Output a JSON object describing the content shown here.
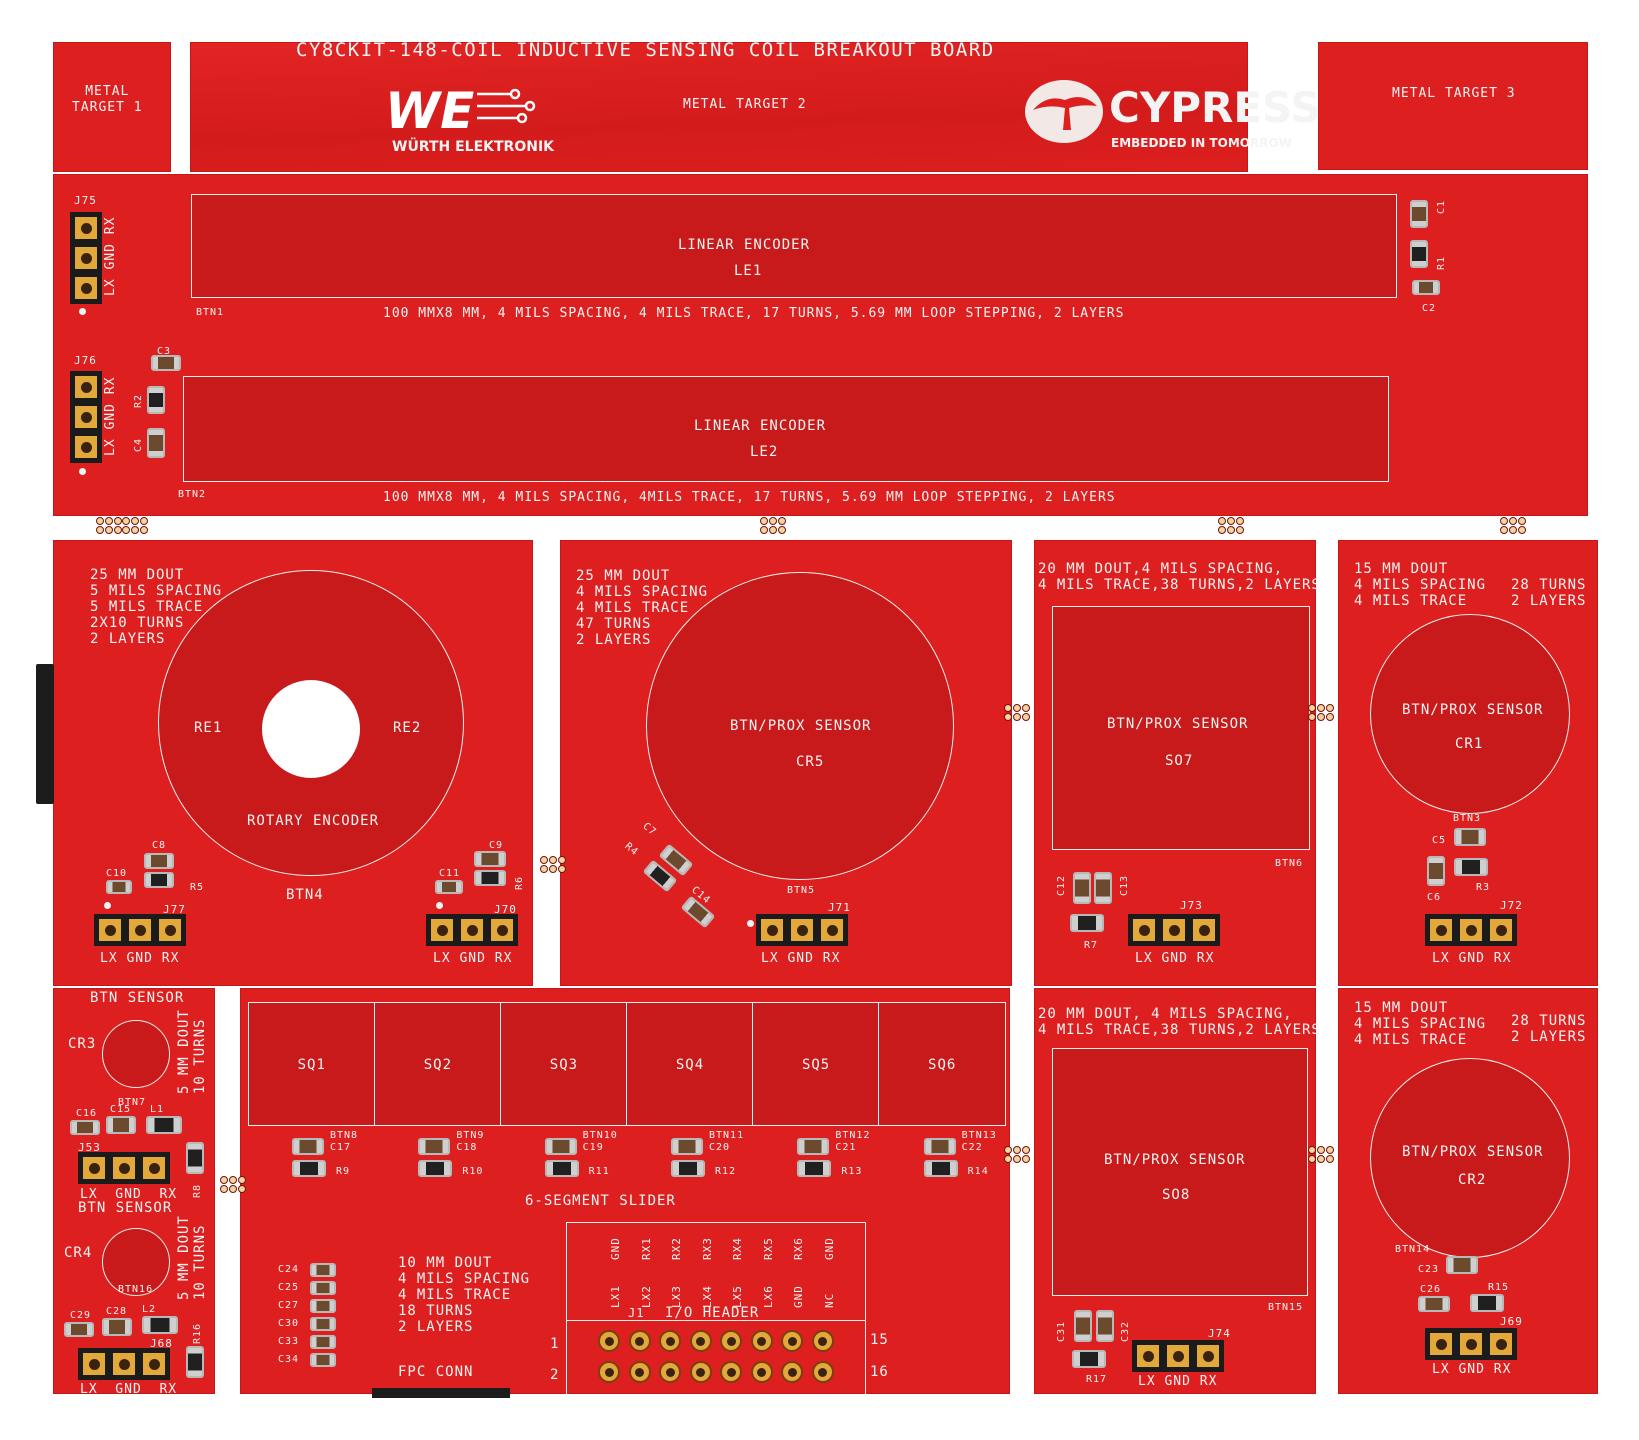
{
  "colors": {
    "board": "#dd1f1f",
    "silk": "#f4f4f4",
    "coil": "#c81a1a",
    "gold": "#e2a83a"
  },
  "top": {
    "title": "CY8CKIT-148-COIL INDUCTIVE SENSING COIL BREAKOUT BOARD",
    "target1": "METAL\nTARGET 1",
    "target2": "METAL TARGET 2",
    "target3": "METAL TARGET 3",
    "we_logo": "WE",
    "we_name": "WÜRTH ELEKTRONIK",
    "cypress_name": "CYPRESS",
    "cypress_tag": "EMBEDDED IN TOMORROW"
  },
  "le1": {
    "connector": "J75",
    "pinlabel": "LX GND RX",
    "title": "LINEAR ENCODER",
    "ref": "LE1",
    "btn": "BTN1",
    "spec": "100 MMX8 MM, 4 MILS SPACING, 4 MILS TRACE, 17 TURNS, 5.69 MM LOOP STEPPING, 2 LAYERS",
    "c1": "C1",
    "r1": "R1",
    "c2": "C2"
  },
  "le2": {
    "connector": "J76",
    "pinlabel": "LX GND RX",
    "title": "LINEAR ENCODER",
    "ref": "LE2",
    "btn": "BTN2",
    "spec": "100 MMX8 MM, 4 MILS SPACING, 4MILS TRACE, 17 TURNS, 5.69 MM LOOP STEPPING, 2 LAYERS",
    "c3": "C3",
    "r2": "R2",
    "c4": "C4"
  },
  "rotary": {
    "spec": "25 MM DOUT\n5 MILS SPACING\n5 MILS TRACE\n2X10 TURNS\n2 LAYERS",
    "re1": "RE1",
    "re2": "RE2",
    "title": "ROTARY ENCODER",
    "btn": "BTN4",
    "c8": "C8",
    "c10": "C10",
    "r5": "R5",
    "j77": "J77",
    "c9": "C9",
    "c11": "C11",
    "r6": "R6",
    "j70": "J70",
    "pins": "LX GND RX"
  },
  "cr5": {
    "spec": "25 MM DOUT\n4 MILS SPACING\n4 MILS TRACE\n47 TURNS\n2 LAYERS",
    "title": "BTN/PROX SENSOR",
    "ref": "CR5",
    "btn": "BTN5",
    "j": "J71",
    "c7": "C7",
    "r4": "R4",
    "c14": "C14",
    "pins": "LX GND RX"
  },
  "so7": {
    "spec": "20 MM DOUT,4 MILS SPACING,\n4 MILS TRACE,38 TURNS,2 LAYERS",
    "title": "BTN/PROX SENSOR",
    "ref": "SO7",
    "btn": "BTN6",
    "j": "J73",
    "c12": "C12",
    "c13": "C13",
    "r7": "R7",
    "pins": "LX GND RX"
  },
  "cr1": {
    "spec": "15 MM DOUT\n4 MILS SPACING\n4 MILS TRACE",
    "spec2": "28 TURNS\n2 LAYERS",
    "title": "BTN/PROX SENSOR",
    "ref": "CR1",
    "btn": "BTN3",
    "j": "J72",
    "c5": "C5",
    "c6": "C6",
    "r3": "R3",
    "pins": "LX GND RX"
  },
  "cr3": {
    "title": "BTN SENSOR",
    "ref": "CR3",
    "btn": "BTN7",
    "spec": "5 MM DOUT\n10 TURNS",
    "c16": "C16",
    "c15": "C15",
    "l1": "L1",
    "j": "J53",
    "r8": "R8",
    "pins": "LX  GND  RX"
  },
  "cr4": {
    "title": "BTN SENSOR",
    "ref": "CR4",
    "btn": "BTN16",
    "spec": "5 MM DOUT\n10 TURNS",
    "c29": "C29",
    "c28": "C28",
    "l2": "L2",
    "j": "J68",
    "r16": "R16",
    "pins": "LX  GND  RX"
  },
  "slider": {
    "segments": [
      "SQ1",
      "SQ2",
      "SQ3",
      "SQ4",
      "SQ5",
      "SQ6"
    ],
    "btns": [
      "BTN8",
      "BTN9",
      "BTN10",
      "BTN11",
      "BTN12",
      "BTN13"
    ],
    "caps": [
      "C17",
      "C18",
      "C19",
      "C20",
      "C21",
      "C22"
    ],
    "res": [
      "R9",
      "R10",
      "R11",
      "R12",
      "R13",
      "R14"
    ],
    "title": "6-SEGMENT SLIDER",
    "spec": "10 MM DOUT\n4 MILS SPACING\n4 MILS TRACE\n18 TURNS\n2 LAYERS",
    "fpc": "FPC CONN",
    "clabels": [
      "C24",
      "C25",
      "C27",
      "C30",
      "C33",
      "C34"
    ]
  },
  "io": {
    "top": [
      "GND",
      "RX1",
      "RX2",
      "RX3",
      "RX4",
      "RX5",
      "RX6",
      "GND"
    ],
    "bottom": [
      "LX1",
      "LX2",
      "LX3",
      "LX4",
      "LX5",
      "LX6",
      "GND",
      "NC"
    ],
    "j": "J1",
    "title": "I/O HEADER",
    "p1": "1",
    "p2": "2",
    "p15": "15",
    "p16": "16"
  },
  "so8": {
    "spec": "20 MM DOUT, 4 MILS SPACING,\n4 MILS TRACE,38 TURNS,2 LAYERS",
    "title": "BTN/PROX SENSOR",
    "ref": "SO8",
    "btn": "BTN15",
    "j": "J74",
    "c31": "C31",
    "c32": "C32",
    "r17": "R17",
    "pins": "LX GND RX"
  },
  "cr2": {
    "spec": "15 MM DOUT\n4 MILS SPACING\n4 MILS TRACE",
    "spec2": "28 TURNS\n2 LAYERS",
    "title": "BTN/PROX SENSOR",
    "ref": "CR2",
    "btn": "BTN14",
    "j": "J69",
    "c23": "C23",
    "c26": "C26",
    "r15": "R15",
    "pins": "LX GND RX"
  }
}
